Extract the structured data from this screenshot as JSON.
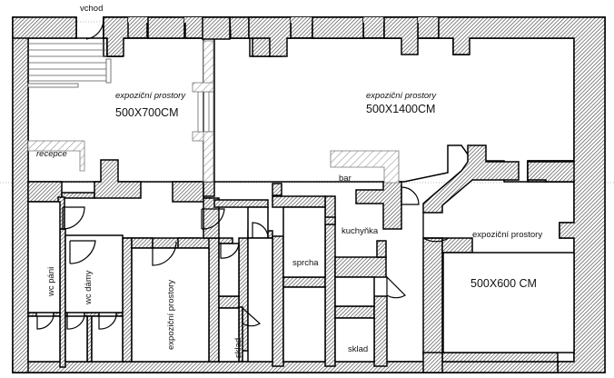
{
  "plan": {
    "title": "floor-plan",
    "colors": {
      "wall_stroke": "#000000",
      "hatch": "#555555",
      "background": "#ffffff",
      "guide_line": "#bbbbbb"
    },
    "labels": {
      "entrance": "vchod",
      "hall1_name": "expoziční prostory",
      "hall1_size": "500X700CM",
      "hall2_name": "expoziční prostory",
      "hall2_size": "500X1400CM",
      "hall3_name": "expoziční prostory",
      "hall3_size": "500X600 CM",
      "hall4_name": "expoziční prostory",
      "reception": "recepce",
      "bar": "bar",
      "kitchen": "kuchyňka",
      "shower": "sprcha",
      "wc_men": "wc páni",
      "wc_women": "wc dámy",
      "storage1": "sklad",
      "storage2": "sklad"
    }
  }
}
